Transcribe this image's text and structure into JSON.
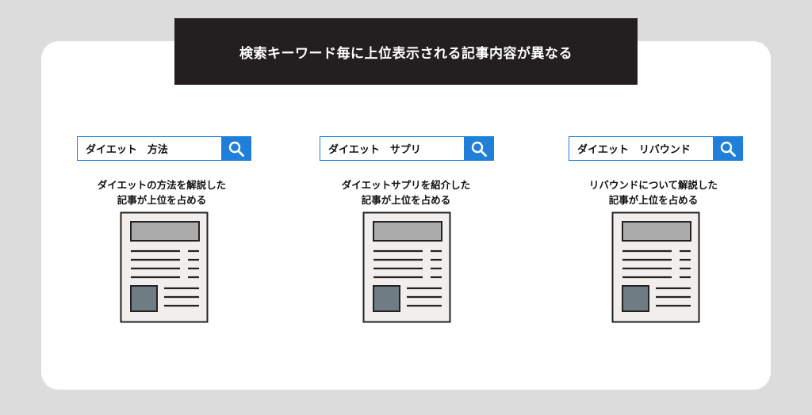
{
  "banner": {
    "title": "検索キーワード毎に上位表示される記事内容が異なる"
  },
  "columns": [
    {
      "query": "ダイエット　方法",
      "caption_line1": "ダイエットの方法を解説した",
      "caption_line2": "記事が上位を占める"
    },
    {
      "query": "ダイエット　サプリ",
      "caption_line1": "ダイエットサプリを紹介した",
      "caption_line2": "記事が上位を占める"
    },
    {
      "query": "ダイエット　リバウンド",
      "caption_line1": "リバウンドについて解説した",
      "caption_line2": "記事が上位を占める"
    }
  ],
  "colors": {
    "accent": "#1f7fd9",
    "banner_bg": "#231f20",
    "page_bg": "#dcdcdc",
    "doc_fill": "#f1eeeb",
    "doc_block": "#6f7c84",
    "doc_header": "#aaaaaa"
  },
  "icons": {
    "search": "search-icon",
    "document": "article-document-icon"
  }
}
